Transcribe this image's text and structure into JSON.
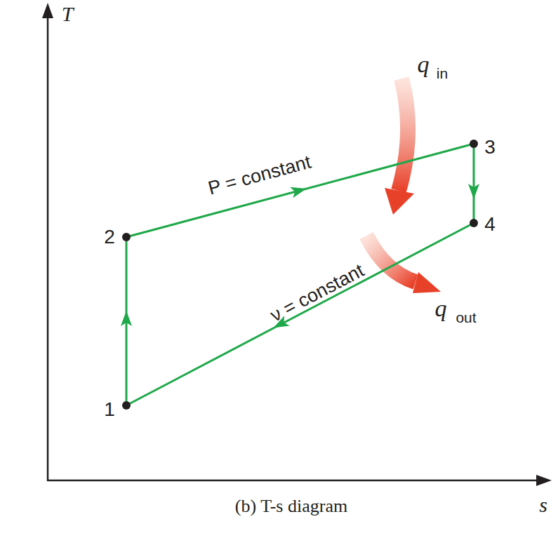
{
  "diagram": {
    "caption": "(b) T-s diagram",
    "labels": [
      "T",
      "s",
      "1",
      "2",
      "3",
      "4",
      "P = constant",
      "ν = constant",
      "q",
      "in",
      "q",
      "out"
    ]
  }
}
